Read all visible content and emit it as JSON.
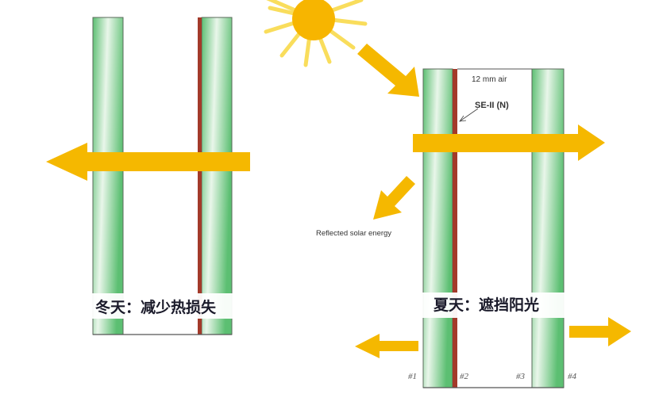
{
  "winter": {
    "caption": "冬天：减少热损失"
  },
  "summer": {
    "caption": "夏天：遮挡阳光",
    "air_gap_label": "12 mm air",
    "coating_label": "SE-II (N)",
    "reflected_label": "Reflected solar energy",
    "surfaces": [
      "#1",
      "#2",
      "#3",
      "#4"
    ]
  },
  "colors": {
    "arrow": "#f5b800",
    "glass": "#6cc77f",
    "coating": "#a33a2a",
    "sun": "#f7b500"
  }
}
